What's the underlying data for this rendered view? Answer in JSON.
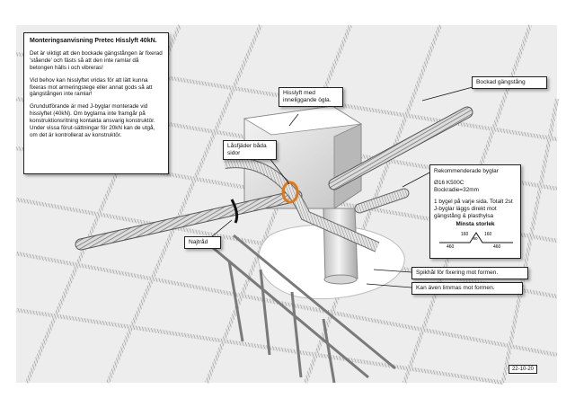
{
  "instructions": {
    "title": "Monteringsanvisning Pretec Hisslyft 40kN.",
    "paragraphs": [
      "Det är viktigt att den bockade gängstången är fixerad 'stående' och fästs så att den inte ramlar då betongen hälls i och vibreras!",
      "Vid behov kan hisslyftet vridas för att lätt kunna fixeras mot armeringstege eller annat gods så att gängstången inte ramlar!",
      "Grundutförande är med J-byglar monterade vid hisslyftet (40kN). Om byglarna inte framgår på konstruktionsritning kontakta ansvarig konstruktör. Under vissa förut-sättningar för 20kN kan de utgå, om det är kontrollerat av konstruktör."
    ]
  },
  "callouts": {
    "hisslyft": "Hisslyft med inneliggande ögla.",
    "bockad": "Bockad gängstång",
    "lasfjader": "Låsfjäder båda sidor",
    "najtrad": "Najtråd",
    "spikhal": "Spikhål för fixering mot formen.",
    "limmas": "Kan även limmas mot formen."
  },
  "recommendation": {
    "title": "Rekommenderade byglar",
    "spec": "Ø16 K500C",
    "radius": "Bockradie=32mm",
    "note": "1 bygel på varje sida. Totalt 2st J-byglar läggs direkt mot gängstång & plasthylsa",
    "min_size": "Minsta storlek",
    "dims": {
      "left_slope": "160",
      "right_slope": "160",
      "top": "80",
      "left_leg": "460",
      "right_leg": "460"
    }
  },
  "date": "22-10-20",
  "colors": {
    "ring": "#e07818",
    "lines": "#1a1a1a"
  }
}
